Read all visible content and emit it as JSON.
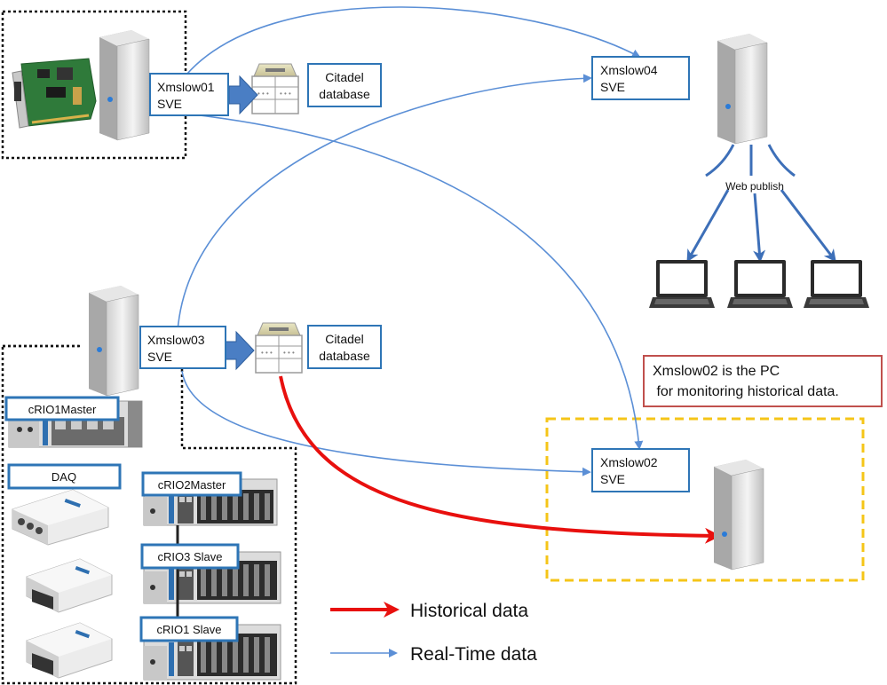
{
  "nodes": {
    "xmslow01": {
      "name": "Xmslow01",
      "sub": "SVE"
    },
    "xmslow03": {
      "name": "Xmslow03",
      "sub": "SVE"
    },
    "xmslow04": {
      "name": "Xmslow04",
      "sub": "SVE"
    },
    "xmslow02": {
      "name": "Xmslow02",
      "sub": "SVE"
    },
    "citadel_top": {
      "line1": "Citadel",
      "line2": "database"
    },
    "citadel_mid": {
      "line1": "Citadel",
      "line2": "database"
    }
  },
  "labels": {
    "web_publish": "Web publish",
    "crio1master": "cRIO1Master",
    "daq": "DAQ",
    "crio2master": "cRIO2Master",
    "crio3slave": "cRIO3 Slave",
    "crio1slave": "cRIO1 Slave"
  },
  "note": {
    "line1": "Xmslow02 is the PC",
    "line2": " for monitoring historical data."
  },
  "legend": {
    "historical": "Historical data",
    "realtime": "Real-Time data"
  },
  "colors": {
    "historical": "#e8100e",
    "realtime": "#5b8fd6",
    "box_border": "#2e75b6",
    "note_border": "#c0504d",
    "highlight": "#f5c518",
    "arrow_fill": "#4a7ec4"
  }
}
